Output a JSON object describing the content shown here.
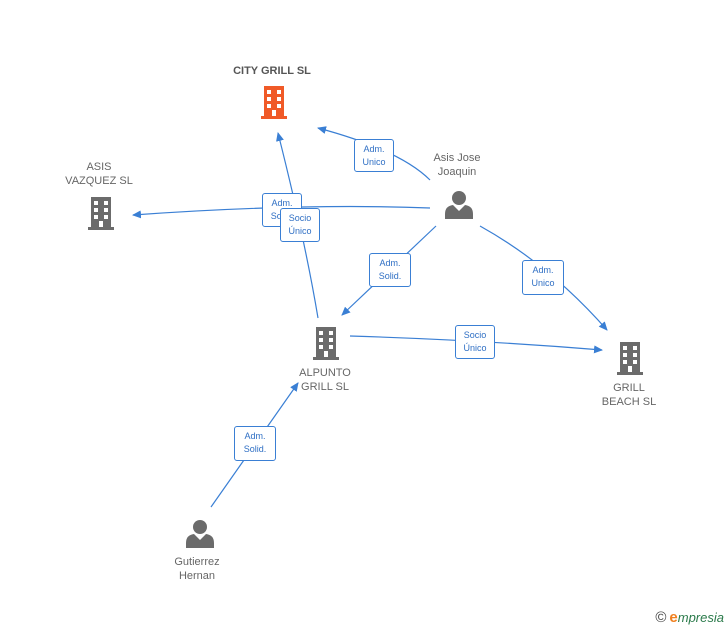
{
  "colors": {
    "edge": "#3a7fd4",
    "node_default": "#6b6b6b",
    "node_main": "#f05a28"
  },
  "nodes": [
    {
      "id": "city-grill",
      "label": "CITY GRILL  SL",
      "kind": "company",
      "main": true
    },
    {
      "id": "asis-vazquez",
      "label": "ASIS\nVAZQUEZ SL",
      "kind": "company"
    },
    {
      "id": "asis-jose",
      "label": "Asis Jose\nJoaquin",
      "kind": "person"
    },
    {
      "id": "alpunto-grill",
      "label": "ALPUNTO\nGRILL  SL",
      "kind": "company"
    },
    {
      "id": "grill-beach",
      "label": "GRILL\nBEACH  SL",
      "kind": "company"
    },
    {
      "id": "gutierrez",
      "label": "Gutierrez\nHernan",
      "kind": "person"
    }
  ],
  "edges": [
    {
      "from": "asis-jose",
      "to": "city-grill",
      "label": "Adm.\nUnico"
    },
    {
      "from": "asis-jose",
      "to": "asis-vazquez",
      "label": "Adm.\nSocio"
    },
    {
      "from": "alpunto-grill",
      "to": "city-grill",
      "label": "Socio\nÚnico"
    },
    {
      "from": "asis-jose",
      "to": "alpunto-grill",
      "label": "Adm.\nSolid."
    },
    {
      "from": "asis-jose",
      "to": "grill-beach",
      "label": "Adm.\nUnico"
    },
    {
      "from": "alpunto-grill",
      "to": "grill-beach",
      "label": "Socio\nÚnico"
    },
    {
      "from": "gutierrez",
      "to": "alpunto-grill",
      "label": "Adm.\nSolid."
    }
  ],
  "footer": {
    "copyright": "©",
    "brand_initial": "e",
    "brand_rest": "mpresia"
  }
}
